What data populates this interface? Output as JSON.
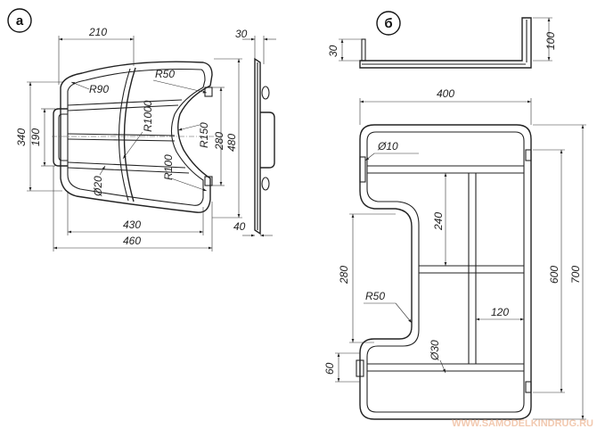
{
  "labels": {
    "view_a": "а",
    "view_b": "б"
  },
  "dims_a": {
    "top_width": "210",
    "thickness": "30",
    "bend_r90": "R90",
    "bend_r50": "R50",
    "arc_r1000": "R1000",
    "arc_r150": "R150",
    "arc_r100": "R100",
    "height_340": "340",
    "height_190": "190",
    "height_280": "280",
    "height_480": "480",
    "tube_d20": "Ø20",
    "width_430": "430",
    "width_460": "460",
    "side_40": "40"
  },
  "dims_b": {
    "post_30": "30",
    "post_100": "100",
    "width_400": "400",
    "rod_d10": "Ø10",
    "seg_240": "240",
    "seg_280": "280",
    "seg_600": "600",
    "total_700": "700",
    "bend_r50": "R50",
    "gap_120": "120",
    "tube_d30": "Ø30",
    "seg_60": "60"
  },
  "watermark": "WWW.SAMODELKINDRUG.RU",
  "colors": {
    "line": "#222222",
    "watermark": "#f2c9b0"
  }
}
